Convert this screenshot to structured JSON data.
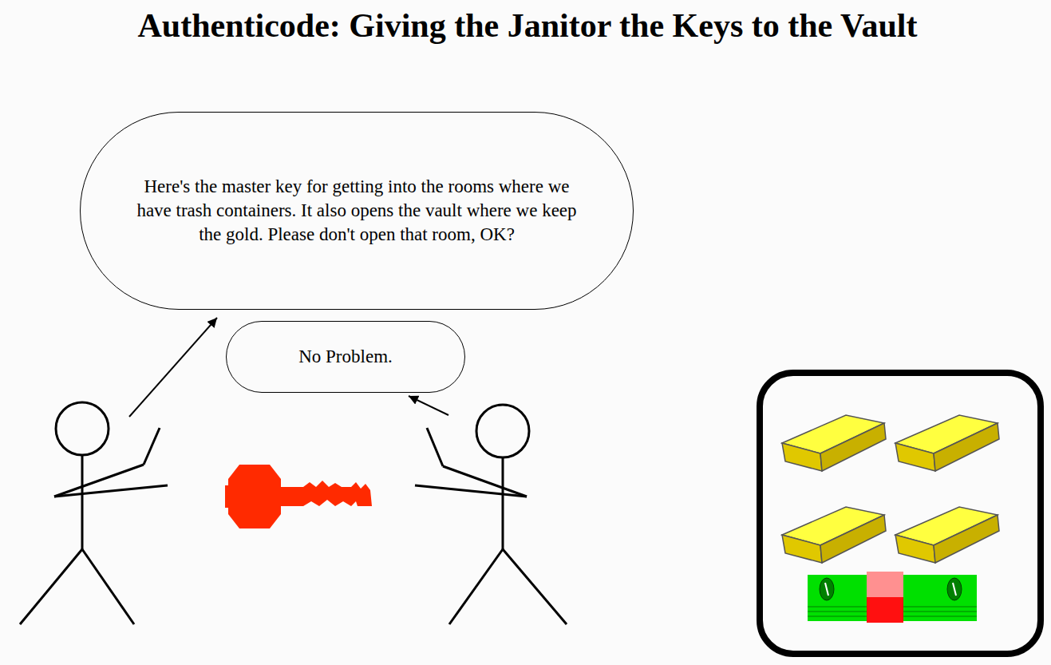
{
  "diagram": {
    "title": "Authenticode: Giving the Janitor the Keys to the Vault",
    "nodes": [
      {
        "text": [
          "Here's the master key for getting into the rooms where we have trash containers. It also opens the vault where we keep the gold. Please don't open that room, OK?"
        ]
      },
      {
        "text": [
          "No Problem."
        ]
      }
    ]
  }
}
